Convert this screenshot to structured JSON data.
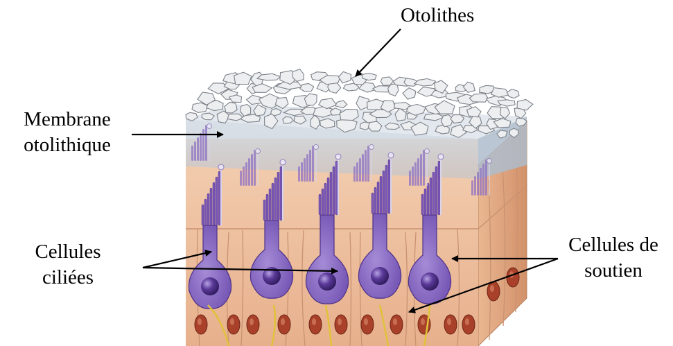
{
  "labels": {
    "otolithes": "Otolithes",
    "membrane_line1": "Membrane",
    "membrane_line2": "otolithique",
    "cilies_line1": "Cellules",
    "cilies_line2": "ciliées",
    "soutien_line1": "Cellules de",
    "soutien_line2": "soutien"
  },
  "colors": {
    "hair_cell": "#8a6bc4",
    "hair_cell_dark": "#5e3f9a",
    "nucleus": "#4a2d86",
    "support_cell": "#f1c9a8",
    "support_nucleus": "#a8402a",
    "membrane": "#c9d3de",
    "otolith": "#e6e8ea",
    "nerve": "#e0c23a"
  }
}
